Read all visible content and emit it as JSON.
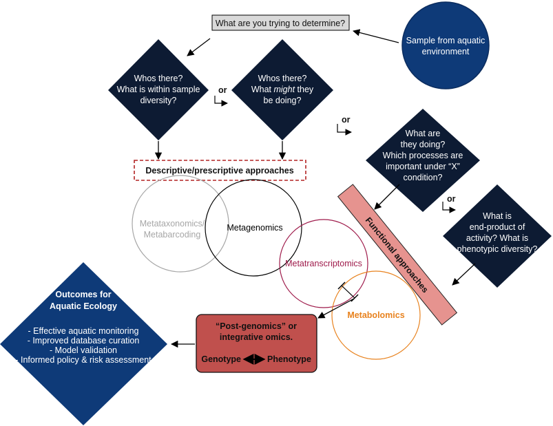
{
  "header_box": {
    "text": "What are you trying to determine?"
  },
  "sample_circle": {
    "lines": [
      "Sample from aquatic",
      "environment"
    ]
  },
  "diamonds": [
    {
      "id": "d1",
      "lines": [
        "Whos there?",
        "What is within sample",
        "diversity?"
      ]
    },
    {
      "id": "d2",
      "lines": [
        "Whos there?",
        "What might they",
        "be doing?"
      ],
      "emphasis_word": "might"
    },
    {
      "id": "d3",
      "lines": [
        "What are",
        "they doing?",
        "Which processes are",
        "important under “X”",
        "condition?"
      ]
    },
    {
      "id": "d4",
      "lines": [
        "What is",
        "end-product of",
        "activity? What is",
        "phenotypic diversity?"
      ]
    }
  ],
  "or_labels": [
    "or",
    "or",
    "or"
  ],
  "descriptive_box": {
    "text": "Descriptive/prescriptive approaches"
  },
  "functional_bar": {
    "text": "Functional approaches"
  },
  "circles": [
    {
      "id": "metataxonomics",
      "lines": [
        "Metataxonomics/",
        "Metabarcoding"
      ],
      "color": "#a6a6a6"
    },
    {
      "id": "metagenomics",
      "lines": [
        "Metagenomics"
      ],
      "color": "#000000"
    },
    {
      "id": "metatranscriptomics",
      "lines": [
        "Metatranscriptomics"
      ],
      "color": "#9e1a4a"
    },
    {
      "id": "metabolomics",
      "lines": [
        "Metabolomics"
      ],
      "color": "#e8821e"
    }
  ],
  "postgenomics_box": {
    "lines": [
      "“Post-genomics” or",
      "integrative omics."
    ],
    "genotype": "Genotype",
    "phenotype": "Phenotype"
  },
  "outcomes": {
    "title_lines": [
      "Outcomes for",
      "Aquatic Ecology"
    ],
    "items": [
      "- Effective aquatic monitoring",
      "- Improved database curation",
      "- Model validation",
      "- Informed policy & risk assessment"
    ]
  },
  "colors": {
    "navy_diamond": "#0d1b33",
    "blue": "#0e3a78",
    "red_box": "#c0504d",
    "pink_bar": "#e6938f",
    "dashed_red": "#b22222",
    "grey_box": "#d9d9d9"
  }
}
